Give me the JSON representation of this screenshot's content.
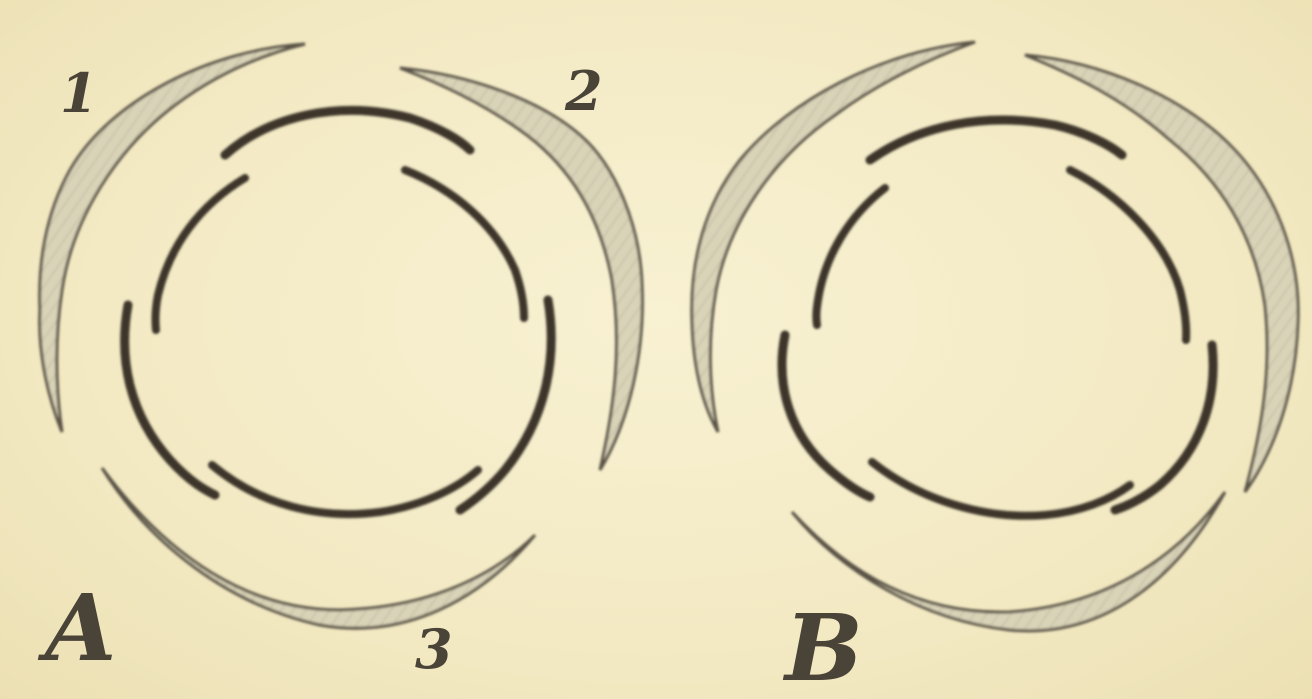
{
  "figure": {
    "panels": [
      {
        "id": "A",
        "label": "A",
        "annotations": [
          "1",
          "2",
          "3"
        ]
      },
      {
        "id": "B",
        "label": "B",
        "annotations": []
      }
    ]
  },
  "colors": {
    "paper": "#f5edc8",
    "ink": "#4a4338",
    "shell_fill": "#d8d2b4",
    "inner_ring": "#3d352a"
  }
}
